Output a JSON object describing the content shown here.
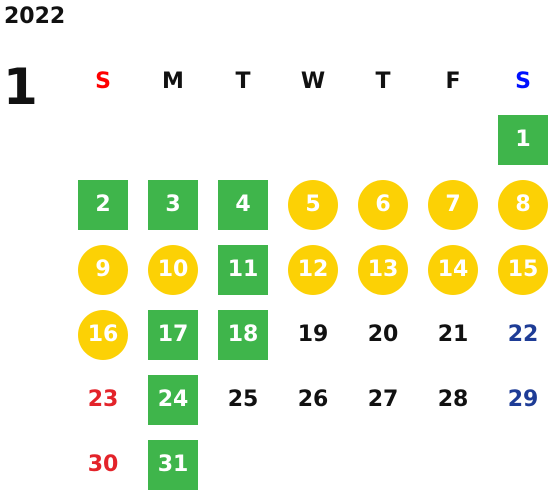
{
  "calendar": {
    "year": "2022",
    "month": "1",
    "weekday_headers": [
      "S",
      "M",
      "T",
      "W",
      "T",
      "F",
      "S"
    ],
    "days": [
      {
        "day": "1",
        "style": "green"
      },
      {
        "day": "2",
        "style": "green"
      },
      {
        "day": "3",
        "style": "green"
      },
      {
        "day": "4",
        "style": "green"
      },
      {
        "day": "5",
        "style": "yellow"
      },
      {
        "day": "6",
        "style": "yellow"
      },
      {
        "day": "7",
        "style": "yellow"
      },
      {
        "day": "8",
        "style": "yellow"
      },
      {
        "day": "9",
        "style": "yellow"
      },
      {
        "day": "10",
        "style": "yellow"
      },
      {
        "day": "11",
        "style": "green"
      },
      {
        "day": "12",
        "style": "yellow"
      },
      {
        "day": "13",
        "style": "yellow"
      },
      {
        "day": "14",
        "style": "yellow"
      },
      {
        "day": "15",
        "style": "yellow"
      },
      {
        "day": "16",
        "style": "yellow"
      },
      {
        "day": "17",
        "style": "green"
      },
      {
        "day": "18",
        "style": "green"
      },
      {
        "day": "19",
        "style": "plain"
      },
      {
        "day": "20",
        "style": "plain"
      },
      {
        "day": "21",
        "style": "plain"
      },
      {
        "day": "22",
        "style": "plain"
      },
      {
        "day": "23",
        "style": "plain"
      },
      {
        "day": "24",
        "style": "green"
      },
      {
        "day": "25",
        "style": "plain"
      },
      {
        "day": "26",
        "style": "plain"
      },
      {
        "day": "27",
        "style": "plain"
      },
      {
        "day": "28",
        "style": "plain"
      },
      {
        "day": "29",
        "style": "plain"
      },
      {
        "day": "30",
        "style": "plain"
      },
      {
        "day": "31",
        "style": "green"
      }
    ]
  },
  "colors": {
    "green_marker": "#3fb54b",
    "yellow_marker": "#fcd105",
    "sunday_header": "#ff0000",
    "saturday_header": "#0010ff",
    "sunday_day": "#e3232a",
    "saturday_day": "#1e3c96"
  }
}
